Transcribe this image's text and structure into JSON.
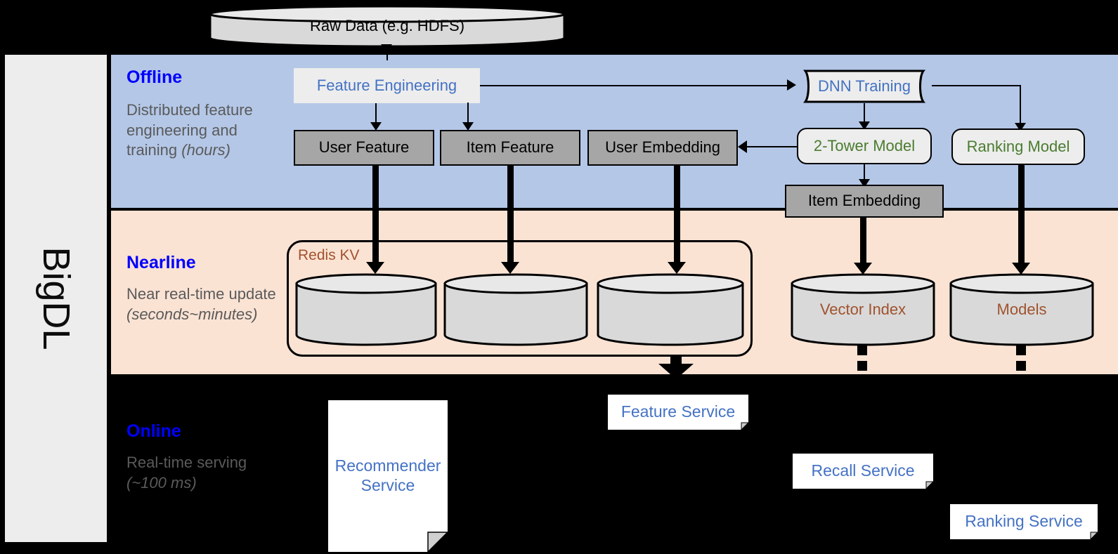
{
  "framework": {
    "name": "BigDL"
  },
  "source": {
    "label": "Raw Data (e.g. HDFS)"
  },
  "bands": {
    "offline": {
      "title": "Offline",
      "description": "Distributed feature engineering and training ",
      "description_italic": "(hours)"
    },
    "nearline": {
      "title": "Nearline",
      "description": "Near real-time update ",
      "description_italic": "(seconds~minutes)"
    },
    "online": {
      "title": "Online",
      "description": "Real-time serving ",
      "description_italic": "(~100 ms)"
    }
  },
  "offline_nodes": {
    "feature_engineering": "Feature Engineering",
    "dnn_training": "DNN Training",
    "user_feature": "User Feature",
    "item_feature": "Item Feature",
    "user_embedding": "User Embedding",
    "two_tower_model": "2-Tower Model",
    "ranking_model": "Ranking Model",
    "item_embedding": "Item Embedding"
  },
  "nearline_nodes": {
    "redis_kv": "Redis KV",
    "store_1": "",
    "store_2": "",
    "store_3": "",
    "vector_index": "Vector Index",
    "models": "Models"
  },
  "online_nodes": {
    "recommender_service": "Recommender Service",
    "feature_service": "Feature Service",
    "recall_service": "Recall Service",
    "ranking_service": "Ranking Service"
  },
  "colors": {
    "offline_band": "#b4c7e7",
    "nearline_band": "#fbe3d4",
    "online_band": "#000000",
    "band_title": "#0000ff",
    "band_desc": "#5a5a5a",
    "node_blue_text": "#4472c4",
    "node_green_text": "#4a7c2f",
    "brown_text": "#a0522d",
    "gray_node_fill": "#a6a6a6",
    "light_node_fill": "#ededed",
    "rail_fill": "#ededed"
  }
}
